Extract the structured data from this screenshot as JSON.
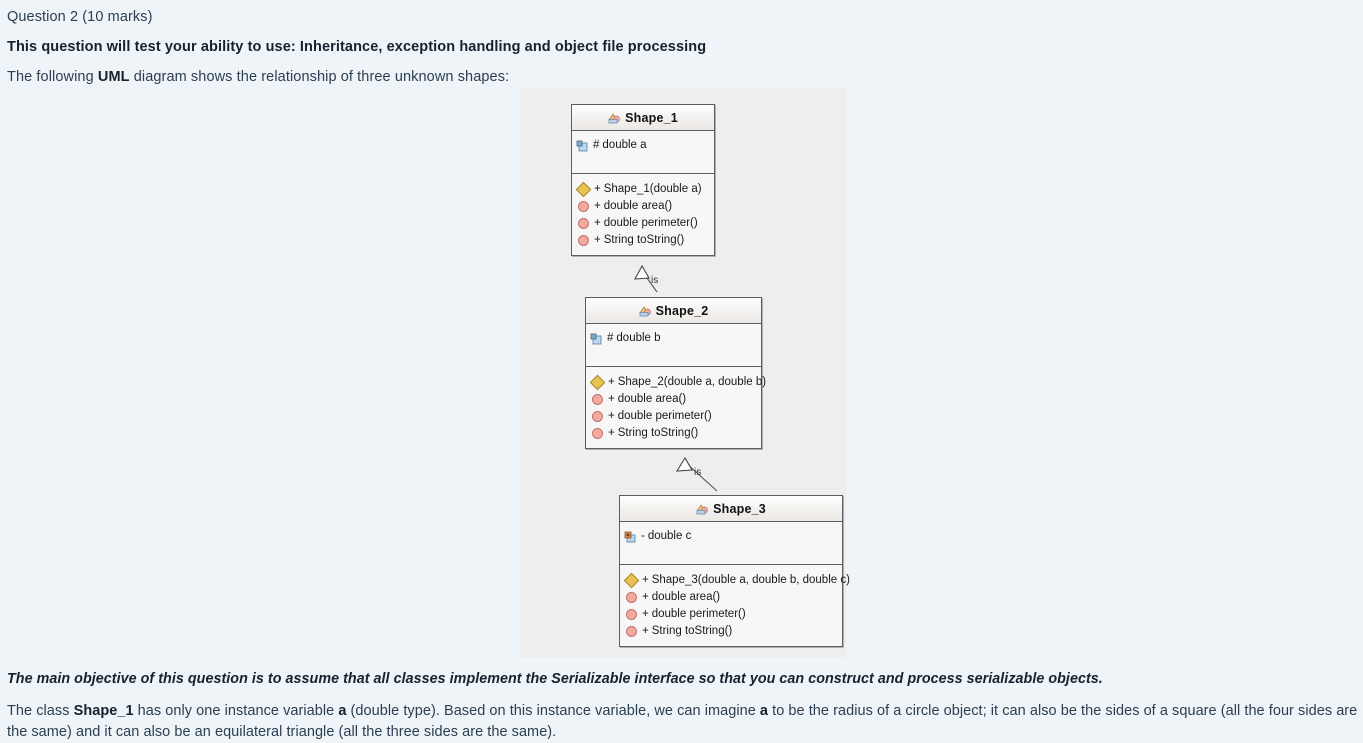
{
  "header": {
    "question_label": "Question 2 (10 marks)",
    "ability_line": "This question will test your ability to use:  Inheritance, exception handling and object file processing",
    "intro_prefix": "The following ",
    "intro_bold": "UML",
    "intro_suffix": " diagram shows the relationship of three unknown shapes:"
  },
  "diagram": {
    "type": "uml-class-diagram",
    "classes": [
      {
        "name": "Shape_1",
        "icon": "class-icon",
        "fields": [
          {
            "icon": "protected-field-icon",
            "visibility": "#",
            "text": "double a"
          }
        ],
        "methods": [
          {
            "bullet": "constructor-diamond-icon",
            "visibility": "+",
            "text": "Shape_1(double a)"
          },
          {
            "bullet": "method-circle-icon",
            "visibility": "+",
            "text": "double area()"
          },
          {
            "bullet": "method-circle-icon",
            "visibility": "+",
            "text": "double perimeter()"
          },
          {
            "bullet": "method-circle-icon",
            "visibility": "+",
            "text": "String toString()"
          }
        ]
      },
      {
        "name": "Shape_2",
        "icon": "class-icon",
        "fields": [
          {
            "icon": "protected-field-icon",
            "visibility": "#",
            "text": "double b"
          }
        ],
        "methods": [
          {
            "bullet": "constructor-diamond-icon",
            "visibility": "+",
            "text": "Shape_2(double a, double b)"
          },
          {
            "bullet": "method-circle-icon",
            "visibility": "+",
            "text": "double area()"
          },
          {
            "bullet": "method-circle-icon",
            "visibility": "+",
            "text": "double perimeter()"
          },
          {
            "bullet": "method-circle-icon",
            "visibility": "+",
            "text": "String toString()"
          }
        ]
      },
      {
        "name": "Shape_3",
        "icon": "class-icon",
        "fields": [
          {
            "icon": "private-field-icon",
            "visibility": "-",
            "text": "double c"
          }
        ],
        "methods": [
          {
            "bullet": "constructor-diamond-icon",
            "visibility": "+",
            "text": "Shape_3(double a, double b, double c)"
          },
          {
            "bullet": "method-circle-icon",
            "visibility": "+",
            "text": "double area()"
          },
          {
            "bullet": "method-circle-icon",
            "visibility": "+",
            "text": "double perimeter()"
          },
          {
            "bullet": "method-circle-icon",
            "visibility": "+",
            "text": "String toString()"
          }
        ]
      }
    ],
    "relationships": [
      {
        "from": "Shape_2",
        "to": "Shape_1",
        "kind": "generalization",
        "label": "is"
      },
      {
        "from": "Shape_3",
        "to": "Shape_2",
        "kind": "generalization",
        "label": "is"
      }
    ]
  },
  "footer": {
    "objective": "The main objective of this question is to assume that all classes implement the Serializable interface so that you can construct and process serializable objects.",
    "para_1": "The class ",
    "para_2": "Shape_1",
    "para_3": " has only one instance variable ",
    "para_4": "a",
    "para_5": " (double type). Based on this instance variable, we can imagine ",
    "para_6": "a",
    "para_7": " to be the radius of a circle object; it can also be the sides of a square (all the four sides are the same) and it can also be an equilateral triangle (all the three sides are the same)."
  },
  "colors": {
    "page_background": "#eef4f8",
    "panel_background": "#efeeee",
    "class_border": "#5d5d5d",
    "class_fill": "#f7f7f7",
    "constructor_bullet": "#e8c252",
    "method_bullet": "#f2a9a0",
    "text": "#1c2b39"
  }
}
